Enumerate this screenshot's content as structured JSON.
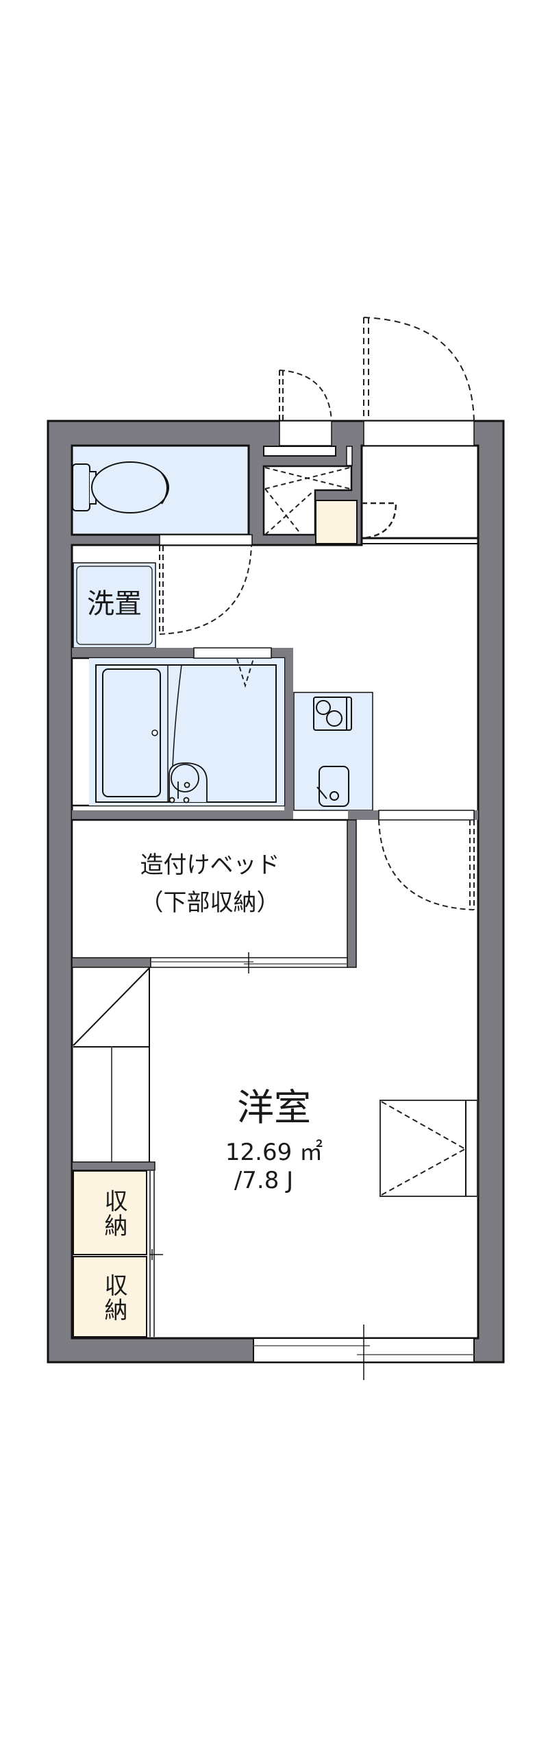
{
  "floor_plan": {
    "colors": {
      "wall": "#7d7c82",
      "wall_outline": "#111111",
      "wet_area": "#e3eefc",
      "storage": "#fdf4e2",
      "floor": "#ffffff",
      "door_swing": "#333333"
    },
    "rooms": {
      "washer": {
        "label": "洗置"
      },
      "built_in_bed": {
        "label_line1": "造付けベッド",
        "label_line2": "（下部収納）"
      },
      "western_room": {
        "label": "洋室",
        "area": "12.69 ㎡",
        "tatami": "/7.8 J"
      },
      "storage_1": {
        "label": "収納"
      },
      "storage_2": {
        "label": "収納"
      }
    }
  }
}
